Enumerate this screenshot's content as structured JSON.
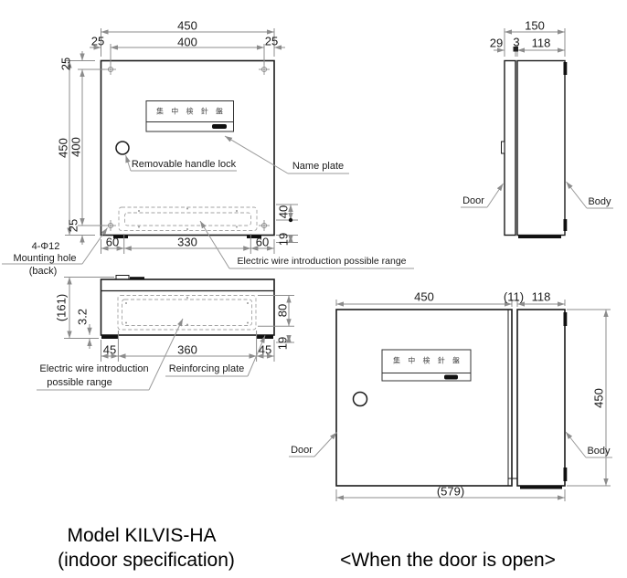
{
  "front_view": {
    "dim_width_overall": "450",
    "dim_width_between_holes": "400",
    "dim_margin_left": "25",
    "dim_margin_right": "25",
    "dim_margin_top": "25",
    "dim_height_overall": "450",
    "dim_height_between_holes": "400",
    "dim_margin_bottom": "25",
    "dim_bottom_left": "60",
    "dim_bottom_center": "330",
    "dim_bottom_right": "60",
    "dim_wire_height": "40",
    "dim_base_height": "19",
    "name_plate_text": "集 中 検 針 盤",
    "labels": {
      "handle_lock": "Removable handle lock",
      "name_plate": "Name plate",
      "mounting_hole_line1": "4-Φ12",
      "mounting_hole_line2": "Mounting hole",
      "mounting_hole_line3": "(back)",
      "wire_range": "Electric wire introduction possible range"
    }
  },
  "bottom_view": {
    "dim_height_overall": "(161)",
    "dim_plate_thickness": "3.2",
    "dim_bottom_left": "45",
    "dim_bottom_center": "360",
    "dim_bottom_right": "45",
    "dim_plate_height": "80",
    "dim_base_height": "19",
    "labels": {
      "wire_range_line1": "Electric wire introduction",
      "wire_range_line2": "possible range",
      "reinforcing_plate": "Reinforcing plate"
    }
  },
  "side_view": {
    "dim_depth_overall": "150",
    "dim_door_depth": "29",
    "dim_door_plate": "3",
    "dim_body_depth": "118",
    "labels": {
      "door": "Door",
      "body": "Body"
    }
  },
  "open_view": {
    "dim_door_width": "450",
    "dim_gap": "(11)",
    "dim_body_depth": "118",
    "dim_height_overall": "450",
    "dim_width_overall": "(579)",
    "name_plate_text": "集 中 検 針 盤",
    "labels": {
      "door": "Door",
      "body": "Body"
    }
  },
  "captions": {
    "model_line1": "Model KILVIS-HA",
    "model_line2": "(indoor specification)",
    "door_open": "<When the door is open>"
  }
}
